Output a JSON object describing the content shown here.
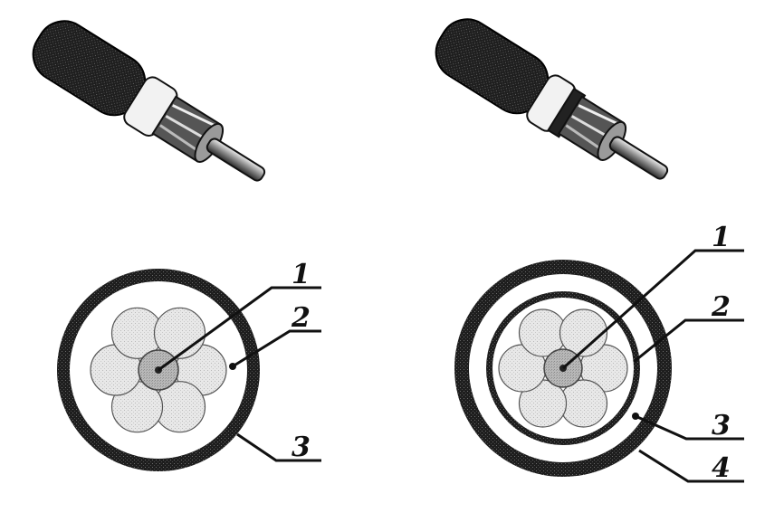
{
  "figures": [
    {
      "name": "two-layer-cable",
      "labels": [
        "1",
        "2",
        "3"
      ]
    },
    {
      "name": "three-layer-cable",
      "labels": [
        "1",
        "2",
        "3",
        "4"
      ]
    }
  ]
}
